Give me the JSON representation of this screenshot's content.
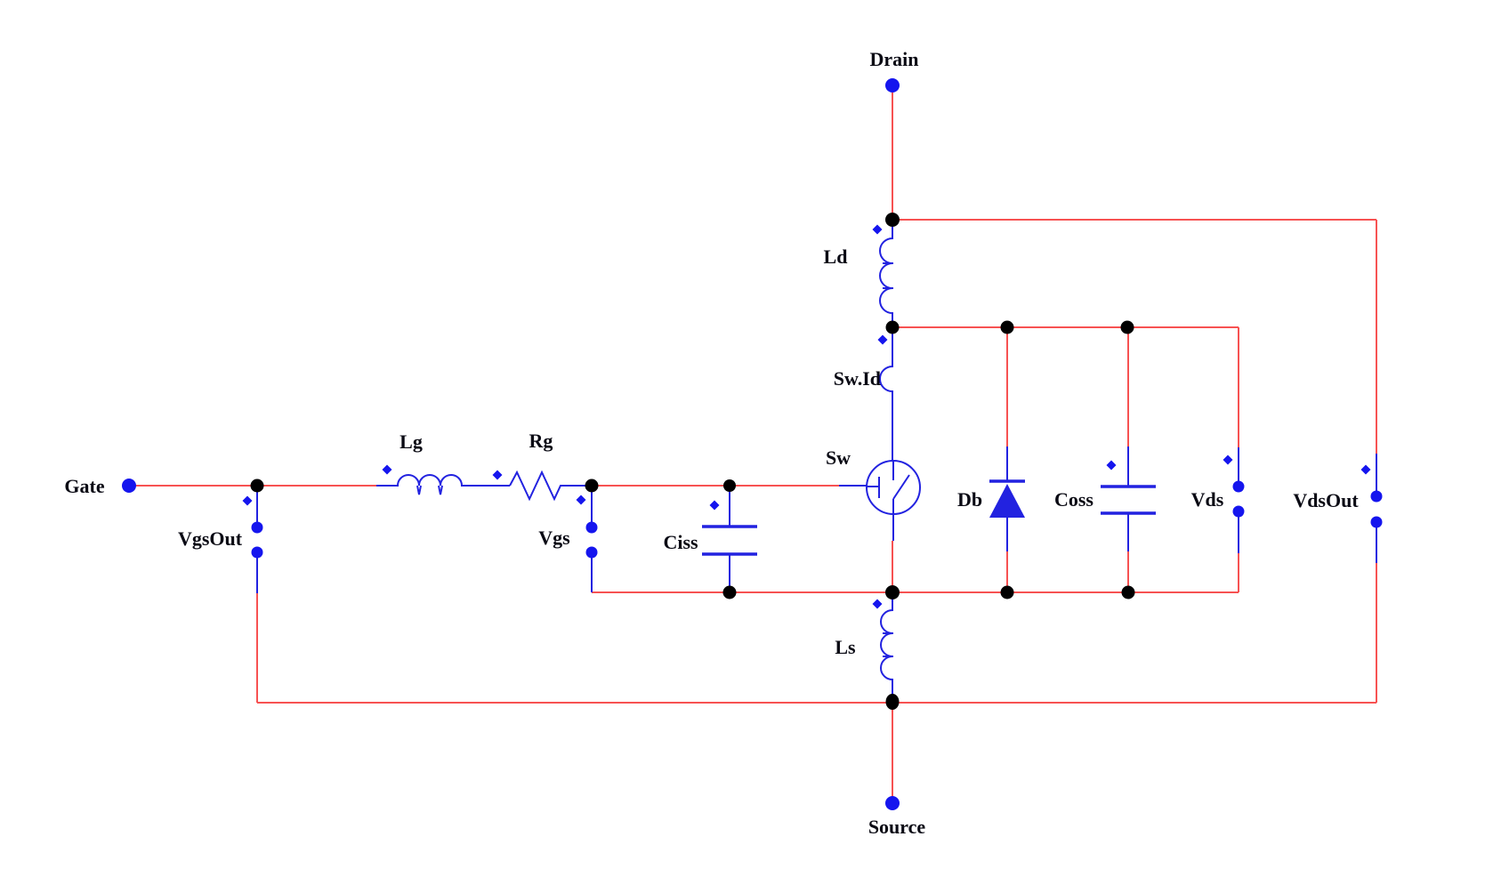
{
  "schematic": {
    "kind": "circuit-schematic",
    "description": "MOSFET switch model with parasitic inductances, gate resistance, capacitances, body diode and measurement probes",
    "ports": [
      {
        "label": "Drain",
        "type": "pin"
      },
      {
        "label": "Gate",
        "type": "pin"
      },
      {
        "label": "Source",
        "type": "pin"
      }
    ],
    "components": [
      {
        "label": "Ld",
        "kind": "inductor"
      },
      {
        "label": "Lg",
        "kind": "inductor"
      },
      {
        "label": "Rg",
        "kind": "resistor"
      },
      {
        "label": "Ls",
        "kind": "inductor"
      },
      {
        "label": "Ciss",
        "kind": "capacitor"
      },
      {
        "label": "Coss",
        "kind": "capacitor"
      },
      {
        "label": "Db",
        "kind": "diode"
      },
      {
        "label": "Sw",
        "kind": "controlled-switch"
      },
      {
        "label": "Sw.Id",
        "kind": "current-probe"
      },
      {
        "label": "Vgs",
        "kind": "voltage-probe"
      },
      {
        "label": "Vds",
        "kind": "voltage-probe"
      },
      {
        "label": "VgsOut",
        "kind": "voltage-probe"
      },
      {
        "label": "VdsOut",
        "kind": "voltage-probe"
      }
    ],
    "colors": {
      "wire": "#f75252",
      "element": "#2222e0",
      "accent": "#1515ee",
      "junction": "#000000",
      "label": "#0a0a14",
      "background": "#ffffff"
    }
  }
}
